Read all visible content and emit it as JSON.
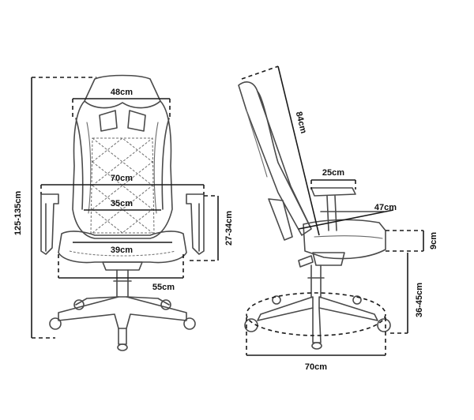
{
  "colors": {
    "outline": "#4a4a4a",
    "dimension": "#1a1a1a",
    "background": "#ffffff"
  },
  "front_view": {
    "total_height": "125-135cm",
    "backrest_width": "48cm",
    "armrest_span": "70cm",
    "seat_width_inner": "35cm",
    "seat_width": "39cm",
    "base_width": "55cm",
    "armrest_height": "27-34cm"
  },
  "side_view": {
    "backrest_length": "84cm",
    "armrest_length": "25cm",
    "seat_depth": "47cm",
    "seat_thickness": "9cm",
    "seat_height": "36-45cm",
    "base_diameter": "70cm"
  }
}
